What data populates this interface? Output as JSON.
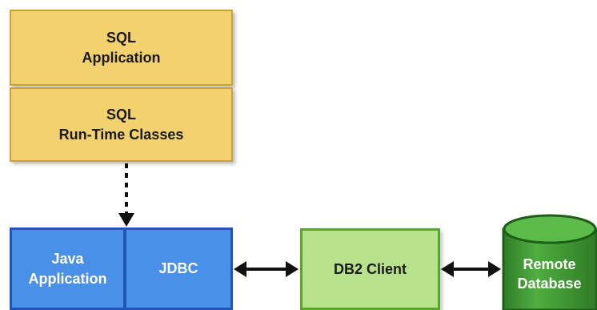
{
  "diagram": {
    "sql_application": {
      "line1": "SQL",
      "line2": "Application"
    },
    "sql_runtime": {
      "line1": "SQL",
      "line2": "Run-Time Classes"
    },
    "java_application": {
      "line1": "Java",
      "line2": "Application"
    },
    "jdbc": {
      "label": "JDBC"
    },
    "db2_client": {
      "label": "DB2 Client"
    },
    "remote_database": {
      "line1": "Remote",
      "line2": "Database"
    }
  },
  "colors": {
    "sql_fill": "#f3d16e",
    "java_fill": "#4a8fe8",
    "db2_fill": "#b7e18a",
    "database_fill": "#3f9a33"
  }
}
